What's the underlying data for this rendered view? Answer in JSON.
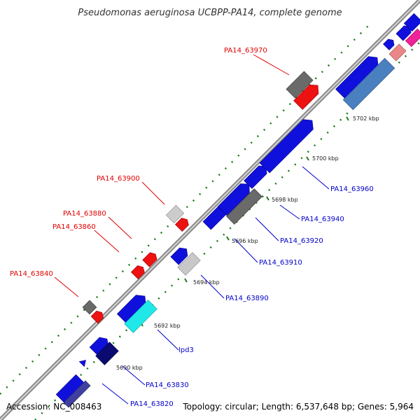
{
  "title": "Pseudomonas aeruginosa UCBPP-PA14, complete genome",
  "footer": {
    "accession": "Accession: NC_008463",
    "stats": "Topology: circular; Length: 6,537,648 bp; Genes: 5,964"
  },
  "colors": {
    "backbone": "#8c8c8c",
    "tick": "#1a7a1a",
    "forward_label": "#e00000",
    "reverse_label": "#0000cc"
  },
  "kbp_ticks": [
    "5690 kbp",
    "5692 kbp",
    "5694 kbp",
    "5696 kbp",
    "5698 kbp",
    "5700 kbp",
    "5702 kbp"
  ],
  "forward_labels": [
    "PA14_63970",
    "PA14_63900",
    "PA14_63880",
    "PA14_63860",
    "PA14_63840"
  ],
  "reverse_labels": [
    "PA14_63960",
    "PA14_63940",
    "PA14_63920",
    "PA14_63910",
    "PA14_63890",
    "lpd3",
    "PA14_63830",
    "PA14_63820"
  ]
}
